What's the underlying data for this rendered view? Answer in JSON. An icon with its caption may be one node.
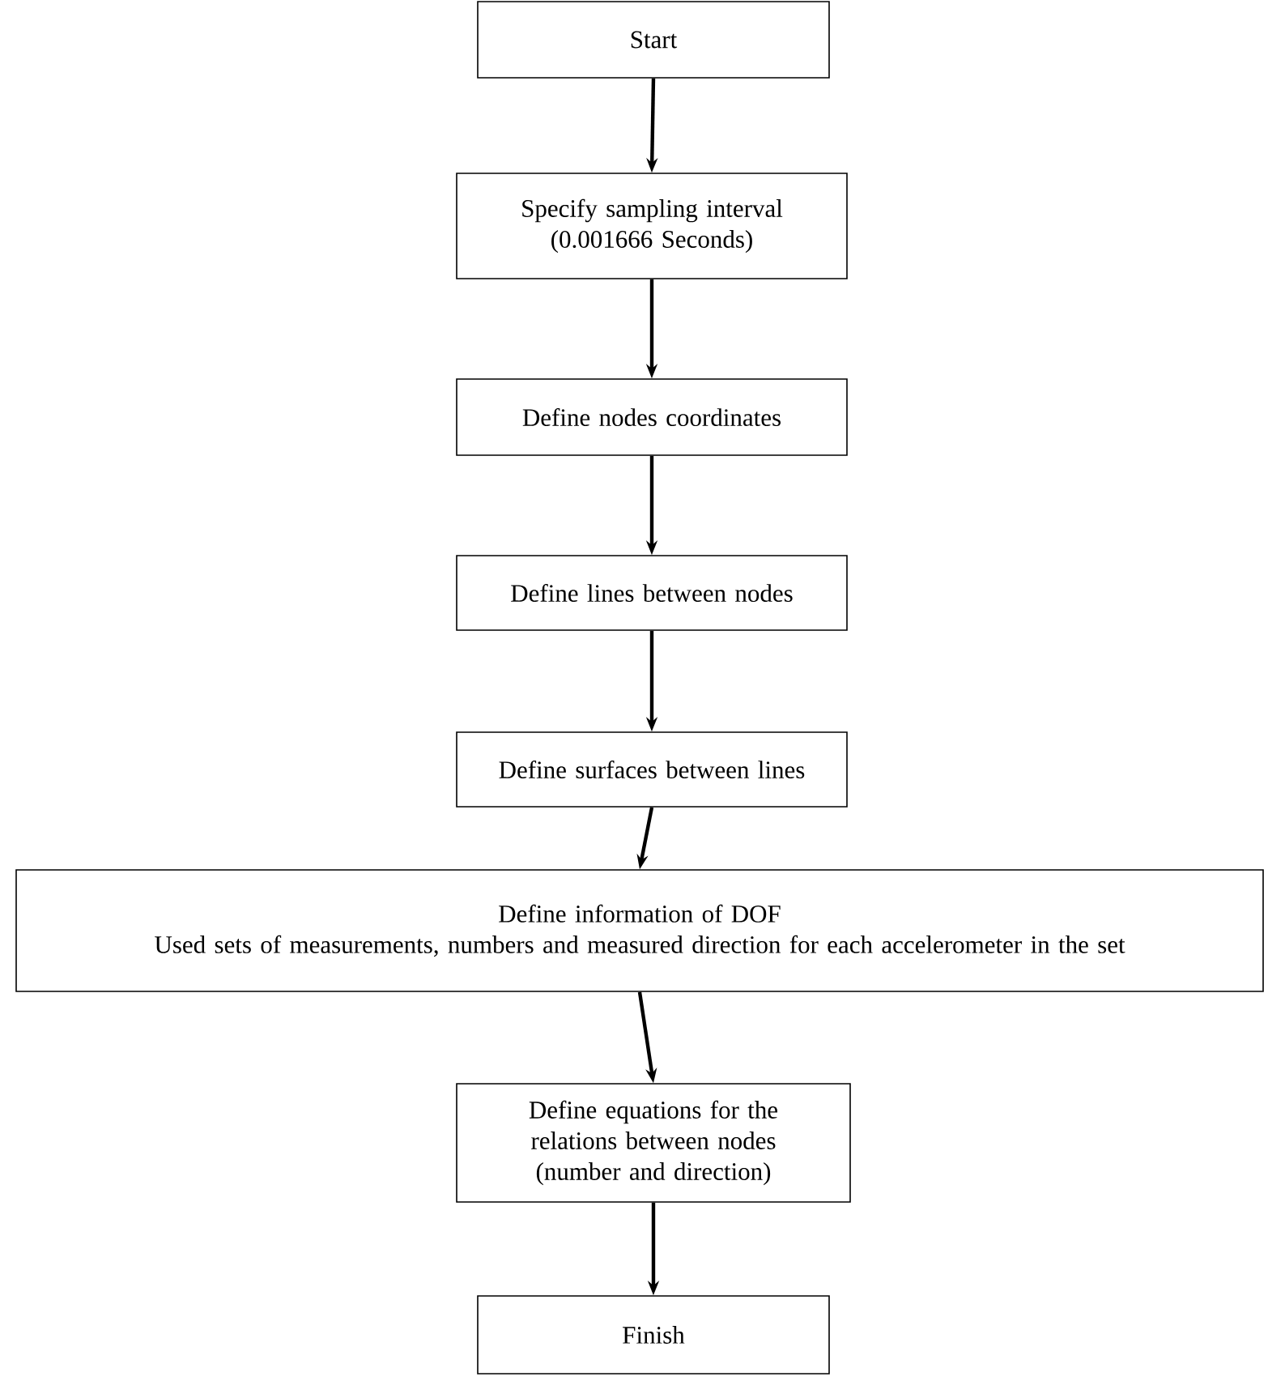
{
  "diagram": {
    "nodes": [
      {
        "text": [
          "Start"
        ]
      },
      {
        "text": [
          "Specify sampling interval (0.001666 Seconds)"
        ]
      },
      {
        "text": [
          "Define nodes coordinates"
        ]
      },
      {
        "text": [
          "Define lines between nodes"
        ]
      },
      {
        "text": [
          "Define surfaces between lines"
        ]
      },
      {
        "text": [
          "Define information of DOF",
          "Used sets of measurements, numbers and measured direction for each accelerometer in the set"
        ]
      },
      {
        "text": [
          "Define equations for the relations between nodes (number and direction)"
        ]
      },
      {
        "text": [
          "Finish"
        ]
      }
    ],
    "edges": [
      {
        "from": 0,
        "to": 1,
        "arrow": "to"
      },
      {
        "from": 1,
        "to": 2,
        "arrow": "to"
      },
      {
        "from": 2,
        "to": 3,
        "arrow": "to"
      },
      {
        "from": 3,
        "to": 4,
        "arrow": "to"
      },
      {
        "from": 4,
        "to": 5,
        "arrow": "to"
      },
      {
        "from": 5,
        "to": 6,
        "arrow": "to"
      },
      {
        "from": 6,
        "to": 7,
        "arrow": "to"
      }
    ]
  }
}
